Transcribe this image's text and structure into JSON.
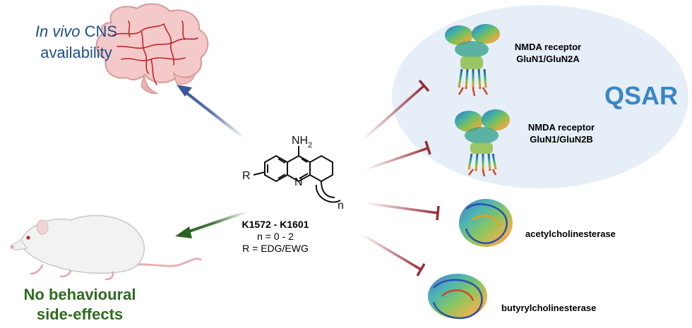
{
  "cns_label": {
    "line1_italic": "In vivo",
    "line1_rest": " CNS",
    "line2": "availability"
  },
  "behaviour_label": {
    "line1": "No behavioural",
    "line2": "side-effects"
  },
  "compound": {
    "substituent_amine": "NH",
    "amine_subscript": "2",
    "r_group": "R",
    "ring_nitrogen": "N",
    "index_n": "n",
    "range": "K1572 - K1601",
    "n_values": "n = 0 - 2",
    "r_values": "R = EDG/EWG"
  },
  "targets": {
    "t1": {
      "line1": "NMDA receptor",
      "line2": "GluN1/GluN2A"
    },
    "t2": {
      "line1": "NMDA receptor",
      "line2": "GluN1/GluN2B"
    },
    "t3": {
      "line1": "acetylcholinesterase"
    },
    "t4": {
      "line1": "butyrylcholinesterase"
    }
  },
  "qsar_label": "QSAR",
  "colors": {
    "cns_text": "#1d4f86",
    "cns_arrow": "#4a63a8",
    "behaviour_text": "#2e6b1f",
    "behaviour_arrow": "#2f6b25",
    "inhibition": "#9b2b35",
    "qsar_text": "#3a86c8",
    "qsar_ellipse": "#e6eef8"
  },
  "icons": {
    "brain": "brain-icon",
    "rat": "rat-icon",
    "protein_nmda_a": "protein-structure-icon",
    "protein_nmda_b": "protein-structure-icon",
    "protein_ache": "protein-structure-icon",
    "protein_bche": "protein-structure-icon"
  }
}
